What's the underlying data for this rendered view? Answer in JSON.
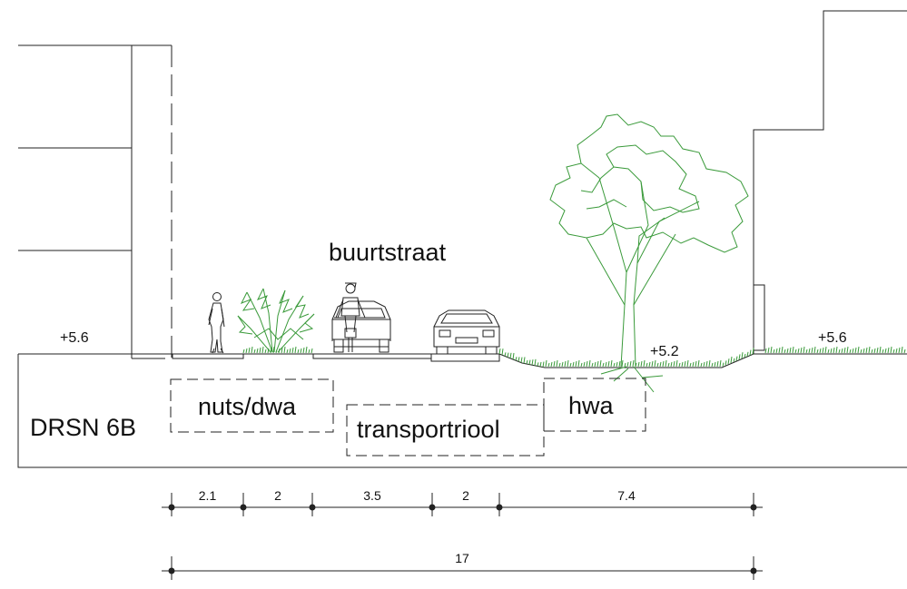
{
  "title": "buurtstraat",
  "levels": {
    "left": "+5.6",
    "middle": "+5.2",
    "right": "+5.6"
  },
  "code": "DRSN 6B",
  "utilities": {
    "nuts_dwa": "nuts/dwa",
    "transportriool": "transportriool",
    "hwa": "hwa"
  },
  "dimensions": {
    "segments": [
      "2.1",
      "2",
      "3.5",
      "2",
      "7.4"
    ],
    "total": "17"
  },
  "colors": {
    "line": "#222222",
    "vegetation": "#3a9a3a"
  }
}
